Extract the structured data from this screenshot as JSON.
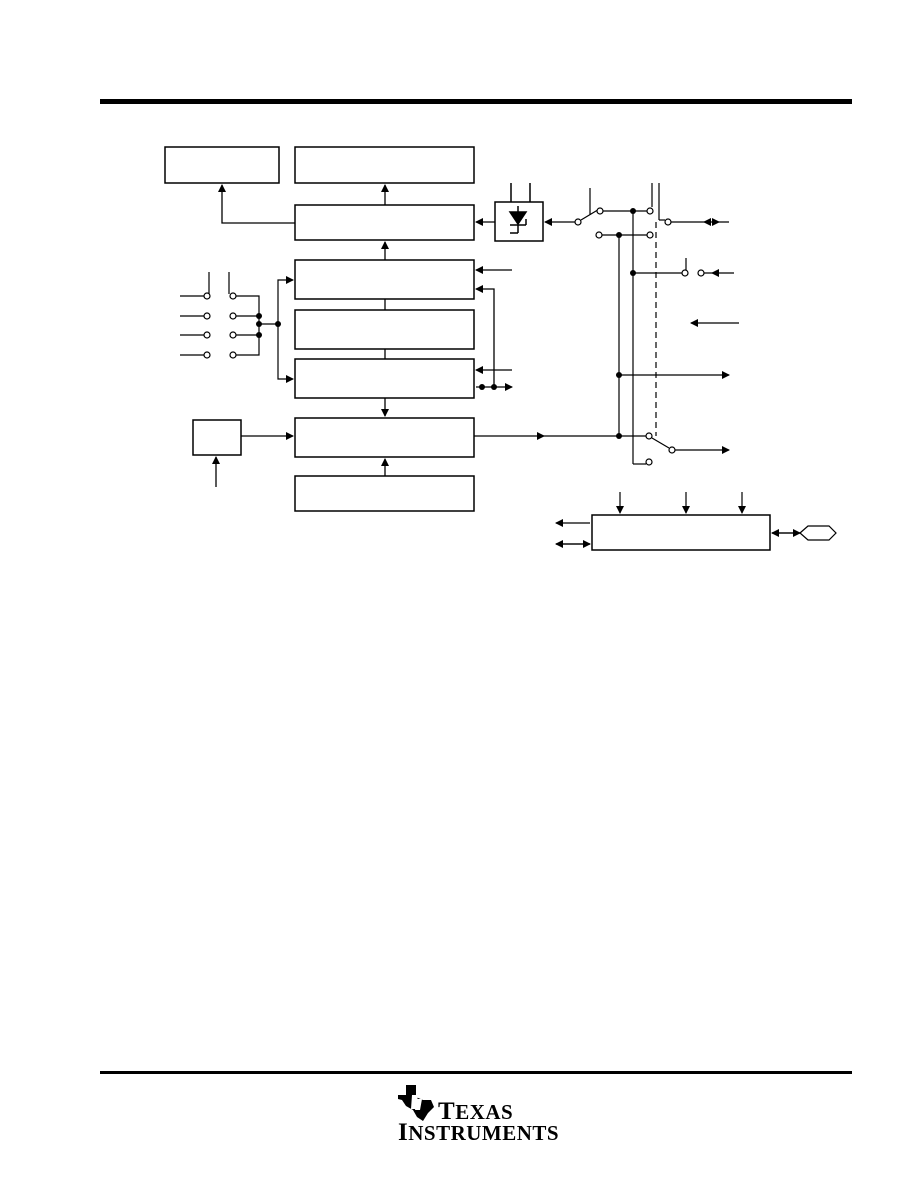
{
  "page": {
    "background": "#ffffff",
    "ink": "#000000"
  },
  "diagram": {
    "blocks": [],
    "signals": []
  },
  "logo": {
    "icon": "ti-state-of-texas-icon",
    "line1_initial": "T",
    "line1_rest": "EXAS",
    "line2_initial": "I",
    "line2_rest": "NSTRUMENTS"
  }
}
